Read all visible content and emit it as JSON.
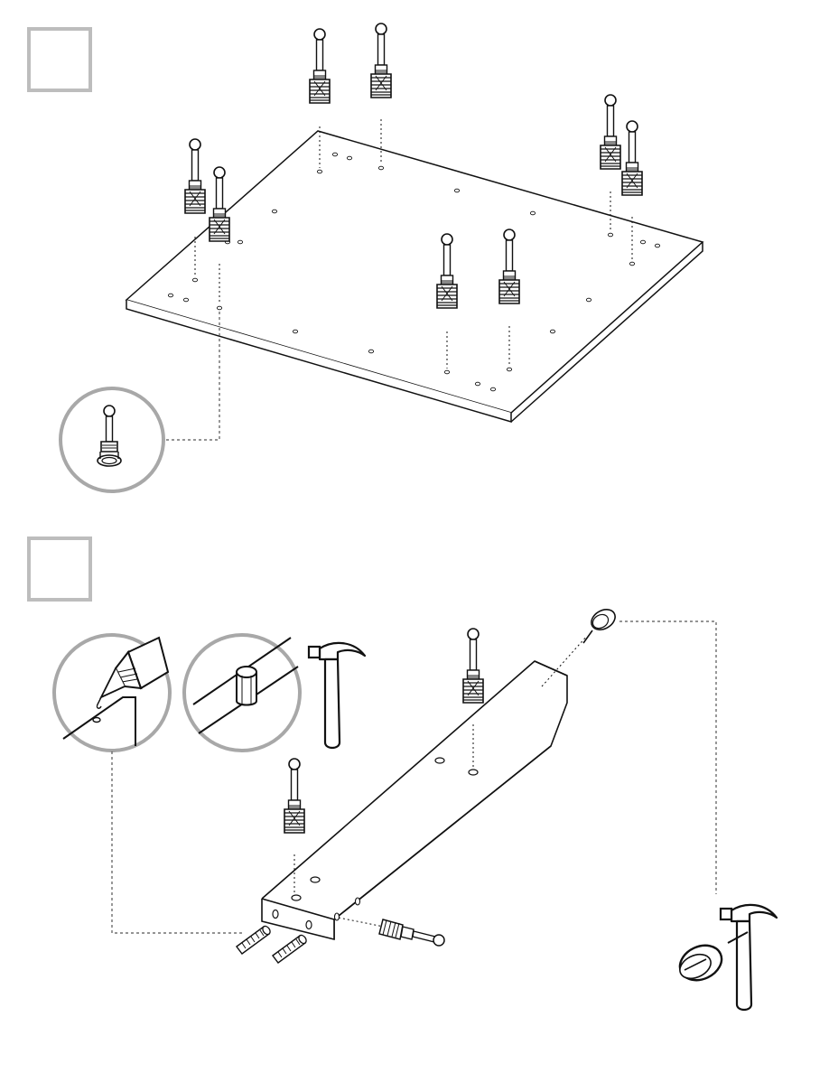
{
  "page": {
    "background": "#ffffff"
  },
  "colors": {
    "line": "#111111",
    "circle_border": "#a8a8a8",
    "step_box_border": "#bdbdbd",
    "dotted_leader": "#555555"
  },
  "steps": [
    {
      "number": "",
      "parts": [
        "cam-bolt-with-insert",
        "desk-top-panel",
        "detail-magnifier-cam-bolt"
      ]
    },
    {
      "number": "",
      "parts": [
        "glue-bottle-detail",
        "dowel-detail",
        "hammer",
        "leg-rail-board",
        "cam-bolt",
        "wood-dowels",
        "cam-lock",
        "furniture-glide",
        "hammer-with-glide"
      ]
    }
  ],
  "icons": [
    "glue-bottle-icon",
    "dowel-icon",
    "hammer-icon",
    "cam-bolt-icon",
    "glide-icon"
  ]
}
